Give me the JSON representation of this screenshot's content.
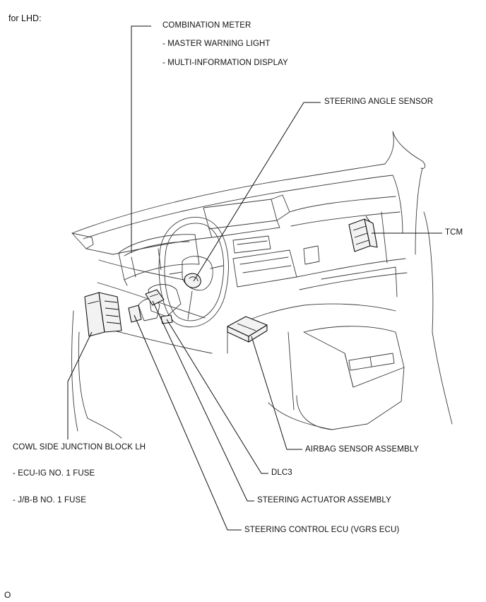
{
  "header": {
    "variant": "for LHD:"
  },
  "labels": {
    "combination_meter": "COMBINATION METER",
    "master_warning_light": "- MASTER WARNING LIGHT",
    "multi_information_display": "- MULTI-INFORMATION DISPLAY",
    "steering_angle_sensor": "STEERING ANGLE SENSOR",
    "tcm": "TCM",
    "cowl_side_junction_block": "COWL SIDE JUNCTION BLOCK LH",
    "ecu_ig_fuse": "- ECU-IG NO. 1 FUSE",
    "jb_b_fuse": "- J/B-B NO. 1 FUSE",
    "airbag_sensor_assembly": "AIRBAG SENSOR ASSEMBLY",
    "dlc3": "DLC3",
    "steering_actuator_assembly": "STEERING ACTUATOR ASSEMBLY",
    "steering_control_ecu": "STEERING CONTROL ECU (VGRS ECU)"
  },
  "footer": {
    "figure_code": "O"
  }
}
